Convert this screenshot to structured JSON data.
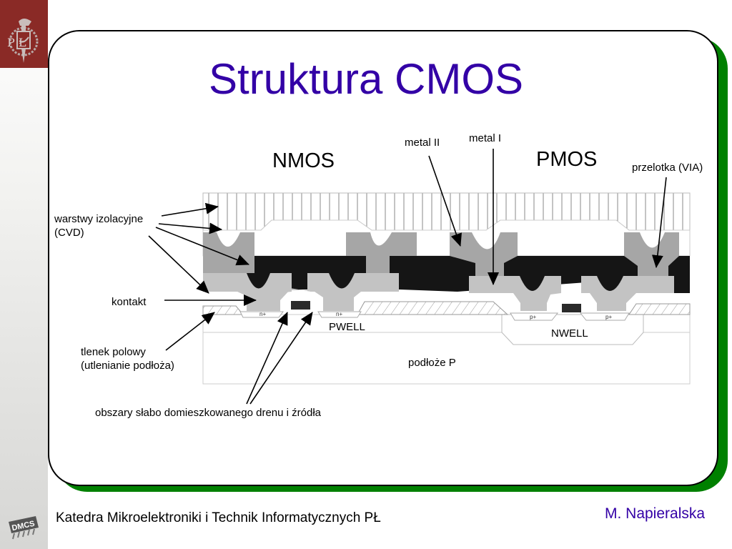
{
  "slide": {
    "title": "Struktura CMOS",
    "footer_department": "Katedra Mikroelektroniki i Technik Informatycznych PŁ",
    "footer_author": "M. Napieralska",
    "logos": {
      "top": "PŁ university crest",
      "bottom": "DMCS chip logo"
    },
    "logo_top_letters": "P Ł",
    "logo_bottom_text": "DMCS",
    "colors": {
      "title": "#3300a6",
      "card_shadow": "#008000",
      "logo_bg": "#8a2a26"
    }
  },
  "diagram": {
    "headings": {
      "nmos": "NMOS",
      "pmos": "PMOS"
    },
    "labels": {
      "insulating_layers": [
        "warstwy izolacyjne",
        "(CVD)"
      ],
      "contact": "kontakt",
      "field_oxide": [
        "tlenek polowy",
        "(utlenianie podłoża)"
      ],
      "ldd": "obszary słabo domieszkowanego drenu i źródła",
      "metal2": "metal II",
      "metal1": "metal I",
      "via": "przelotka (VIA)"
    },
    "regions": {
      "pwell": "PWELL",
      "nwell": "NWELL",
      "substrate": "podłoże P",
      "n_plus": "n+",
      "p_plus": "p+"
    }
  }
}
